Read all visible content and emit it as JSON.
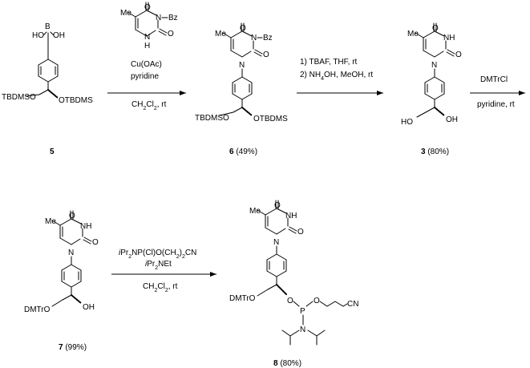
{
  "atoms": {
    "boronic_oh_left": "HO",
    "boronic_oh_right": "OH",
    "boron": "B",
    "silyl_ether": "TBDMSO",
    "silyl_ether_right": "OTBDMS",
    "methyl": "Me",
    "carbonyl_o": "O",
    "imide_n": "N",
    "benzoyl": "Bz",
    "ring_nh": "NH",
    "ring_h": "H",
    "ring_n": "N",
    "imide_nh": "NH",
    "hydroxyl_left": "HO",
    "hydroxyl_right": "OH",
    "dmtr_ether": "DMTrO",
    "ether_o": "O",
    "phosphorus": "P",
    "amine_n": "N",
    "nitrile": "CN"
  },
  "compounds": [
    {
      "number": "5",
      "yield": ""
    },
    {
      "number": "6",
      "yield": "(49%)"
    },
    {
      "number": "3",
      "yield": "(80%)"
    },
    {
      "number": "7",
      "yield": "(99%)"
    },
    {
      "number": "8",
      "yield": "(80%)"
    }
  ],
  "reagents": {
    "step1": {
      "reagent": "Cu(OAc)",
      "base": "pyridine",
      "solvent_main": "CH",
      "solvent_sub": "2",
      "solvent_tail": "Cl",
      "solvent_sub2": "2",
      "solvent_end": ", rt"
    },
    "step2": {
      "line1": "1) TBAF, THF, rt",
      "line2_head": "2) NH",
      "line2_sub": "4",
      "line2_tail": "OH, MeOH, rt"
    },
    "step3": {
      "line1": "DMTrCl",
      "line2": "pyridine, rt"
    },
    "step4": {
      "line1_i": "i",
      "line1_a": "Pr",
      "line1_sub": "2",
      "line1_b": "NP(Cl)O(CH",
      "line1_sub2": "2",
      "line1_c": ")",
      "line1_sub3": "2",
      "line1_d": "CN",
      "line2_i": "i",
      "line2_a": "Pr",
      "line2_sub": "2",
      "line2_b": "NEt",
      "line3_main": "CH",
      "line3_sub": "2",
      "line3_tail": "Cl",
      "line3_sub2": "2",
      "line3_end": ", rt"
    }
  }
}
